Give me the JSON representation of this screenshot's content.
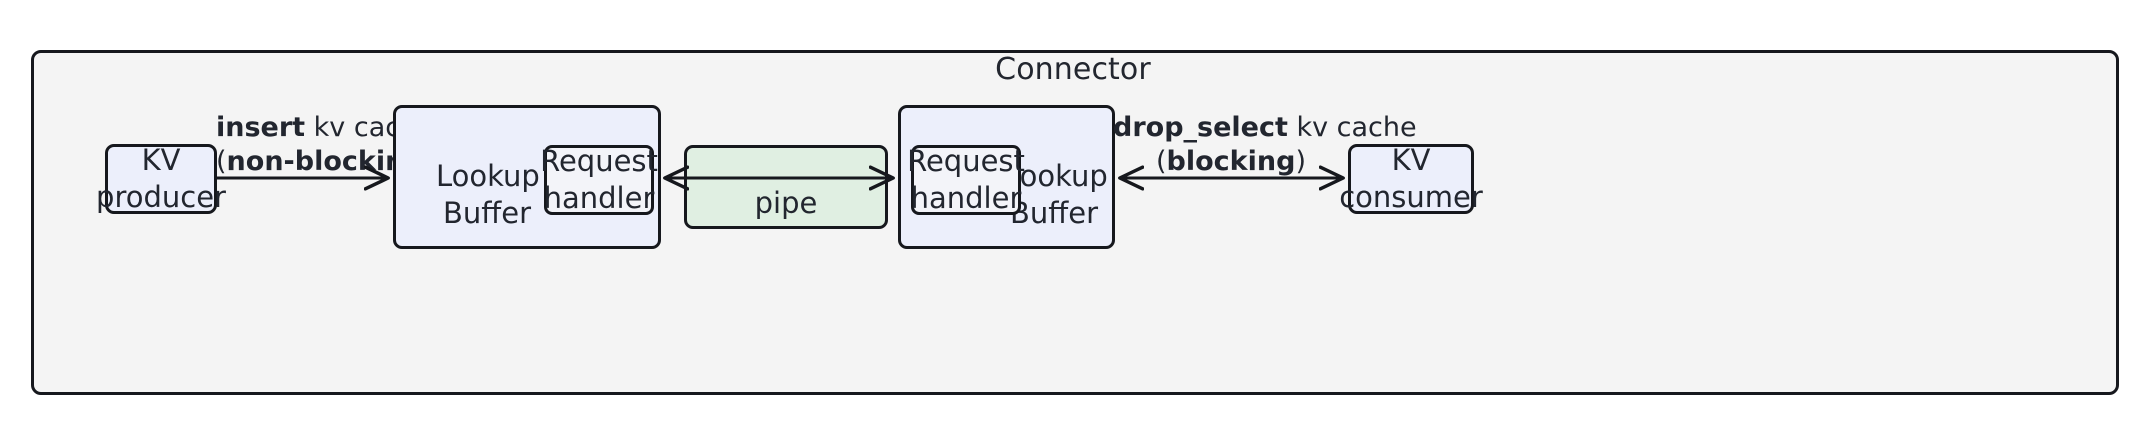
{
  "diagram": {
    "type": "block-diagram",
    "container": {
      "title": "Connector",
      "fill_color": "#f4f4f4",
      "border_color": "#16181d"
    },
    "colors": {
      "node_fill": "#eceffb",
      "inner_node_fill": "#f3f4f9",
      "pipe_fill": "#e0efe2",
      "stroke": "#16181d",
      "text": "#22262f",
      "page_background": "#ffffff"
    },
    "nodes": {
      "kv_producer": {
        "line1": "KV",
        "line2": "producer"
      },
      "lookup_buffer_left": {
        "line1": "Lookup",
        "line2": "Buffer"
      },
      "request_handler_left": {
        "line1": "Request",
        "line2": "handler"
      },
      "pipe": {
        "label": "pipe"
      },
      "request_handler_right": {
        "line1": "Request",
        "line2": "handler"
      },
      "lookup_buffer_right": {
        "line1": "Lookup",
        "line2": "Buffer"
      },
      "kv_consumer": {
        "line1": "KV",
        "line2": "consumer"
      }
    },
    "edges": {
      "producer_to_buffer": {
        "direction": "right",
        "line1_bold": "insert",
        "line1_rest": " kv cache",
        "line2_open": "(",
        "line2_bold": "non-blocking",
        "line2_close": ")"
      },
      "buffer_to_pipe": {
        "direction": "bidirectional"
      },
      "pipe_to_buffer": {
        "direction": "bidirectional"
      },
      "buffer_to_consumer": {
        "direction": "bidirectional",
        "line1_bold": "drop_select",
        "line1_rest": " kv cache",
        "line2_open": "(",
        "line2_bold": "blocking",
        "line2_close": ")"
      }
    }
  }
}
